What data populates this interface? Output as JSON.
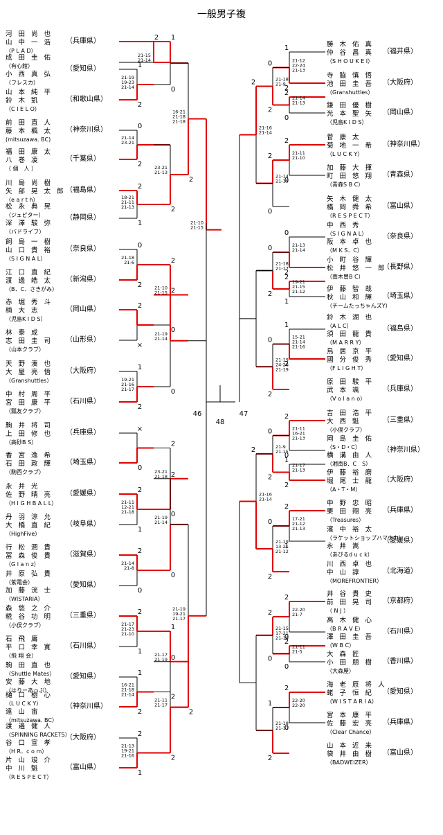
{
  "title": "一般男子複",
  "final": {
    "left_total": "46",
    "right_total": "47",
    "center": "48"
  },
  "left": [
    {
      "names": [
        "河 田 尚 也",
        "山 中 一 浩"
      ],
      "club": "（P L A D）",
      "pref": "（兵庫県）"
    },
    {
      "names": [
        "成 田 圭 佑",
        "（有心館）",
        "小 西 真 弘",
        "（フレスカ）"
      ],
      "club": "",
      "pref": "（愛知県）"
    },
    {
      "names": [
        "山 本 純 平",
        "鈴 木 凱"
      ],
      "club": "（C I E L O）",
      "pref": "（和歌山県）"
    },
    {
      "names": [
        "前 田 直 人",
        "藤 本 楓 太"
      ],
      "club": "(mitsuzawa. BC)",
      "pref": "（神奈川県）"
    },
    {
      "names": [
        "福 田 康 太",
        "八 巻 凌"
      ],
      "club": "（ 個　人 ）",
      "pref": "（千葉県）"
    },
    {
      "names": [
        "川 島 尚 樹",
        "矢 部 晃 太 郎"
      ],
      "club": "（e a r t h）",
      "pref": "（福島県）"
    },
    {
      "names": [
        "松 永 典 晃",
        "（ジュピター）",
        "深 澤 駿 弥",
        "（バドライフ）"
      ],
      "club": "",
      "pref": "（静岡県）"
    },
    {
      "names": [
        "飼 島 一 樹",
        "山 口 貴 裕"
      ],
      "club": "（S I G N A L）",
      "pref": "（奈良県）"
    },
    {
      "names": [
        "江 口 直 紀",
        "渡 邊 皓 太"
      ],
      "club": "（B．C．さきがみ）",
      "pref": "（新潟県）"
    },
    {
      "names": [
        "赤 堀 秀 斗",
        "楠 大 志"
      ],
      "club": "（児島K I D S）",
      "pref": "（岡山県）"
    },
    {
      "names": [
        "林 泰 成",
        "志 田 圭 司"
      ],
      "club": "（山本クラブ）",
      "pref": "（山形県）"
    },
    {
      "names": [
        "天 野 湊 也",
        "大 屋 亮 悟"
      ],
      "club": "（Granshuttles）",
      "pref": "（大阪府）"
    },
    {
      "names": [
        "中 村 周 平",
        "宮 田 康 平"
      ],
      "club": "（瓢友クラブ）",
      "pref": "（石川県）"
    },
    {
      "names": [
        "駒 井 将 司",
        "上 田 修 也"
      ],
      "club": "（高砂B S）",
      "pref": "（兵庫県）"
    },
    {
      "names": [
        "香 宮 逸 希",
        "石 田 政 輝"
      ],
      "club": "（駒西クラブ）",
      "pref": "（埼玉県）"
    },
    {
      "names": [
        "永 井 光",
        "佐 野 晴 亮"
      ],
      "club": "（H I G H B A L L）",
      "pref": "（愛媛県）"
    },
    {
      "names": [
        "丹 羽 涼 允",
        "大 橋 直 紀"
      ],
      "club": "（HighFive）",
      "pref": "（岐阜県）"
    },
    {
      "names": [
        "行 松 潤 貴",
        "冨 森 俊 貴"
      ],
      "club": "（G l a n z）",
      "pref": "（滋賀県）"
    },
    {
      "names": [
        "井 原 弘 貴",
        "（紫電会）",
        "加 藤 洸 士",
        "（WISTARIA）"
      ],
      "club": "",
      "pref": "（愛知県）"
    },
    {
      "names": [
        "森 悠 之 介",
        "糀 谷 功 明"
      ],
      "club": "（小俣クラブ）",
      "pref": "（三重県）"
    },
    {
      "names": [
        "石 飛 庸",
        "平 口 幸 寛"
      ],
      "club": "（飛 翔 会）",
      "pref": "（石川県）"
    },
    {
      "names": [
        "駒 田 直 也",
        "（Shuttle Mates）",
        "安 藤 大 地",
        "（はりーあっぷ）"
      ],
      "club": "",
      "pref": "（愛知県）"
    },
    {
      "names": [
        "樋 口 樹 心",
        "（L U C K Y）",
        "遠 山 宙",
        "（mitsuzawa. BC）"
      ],
      "club": "",
      "pref": "（神奈川県）"
    },
    {
      "names": [
        "渡 邉 健 人",
        "（SPINNING RACKETS）",
        "谷 口 宣 孝",
        "（H R．c o m）"
      ],
      "club": "",
      "pref": "（大阪府）"
    },
    {
      "names": [
        "片 山 竣 介",
        "中 川 魁"
      ],
      "club": "（R E S P E C T）",
      "pref": "（富山県）"
    }
  ],
  "right": [
    {
      "names": [
        "勝 木 佑 真",
        "仲 谷 昌 真"
      ],
      "club": "（S H O U K E I）",
      "pref": "（福井県）"
    },
    {
      "names": [
        "寺 脇 慎 悟",
        "池 田 圭 吾"
      ],
      "club": "（Granshuttles）",
      "pref": "（大阪府）"
    },
    {
      "names": [
        "鎌 田 優 樹",
        "光 本 聖 矢"
      ],
      "club": "（児島K I D S）",
      "pref": "（岡山県）"
    },
    {
      "names": [
        "菅 康 太",
        "菊 地 一 希"
      ],
      "club": "（L U C K Y）",
      "pref": "（神奈川県）"
    },
    {
      "names": [
        "加 藤 大 揮",
        "町 田 悠 翔"
      ],
      "club": "（青森S B C）",
      "pref": "（青森県）"
    },
    {
      "names": [
        "矢 木 健 太",
        "橋 岡 舜 希"
      ],
      "club": "（R E S P E C T）",
      "pref": "（富山県）"
    },
    {
      "names": [
        "中 西 秀",
        "（S I G N A L）",
        "阪 本 卓 也",
        "（M K S．C）"
      ],
      "club": "",
      "pref": "（奈良県）"
    },
    {
      "names": [
        "小 町 谷 輝",
        "松 井 悠 一 郎"
      ],
      "club": "（南木曽B C）",
      "pref": "（長野県）"
    },
    {
      "names": [
        "伊 藤 智 哉",
        "秋 山 和 輝"
      ],
      "club": "（チームたっちゃんズY）",
      "pref": "（埼玉県）"
    },
    {
      "names": [
        "鈴 木 湖 也",
        "（A L C）",
        "須 田 龍 貴",
        "（M A R R Y）"
      ],
      "club": "",
      "pref": "（福島県）"
    },
    {
      "names": [
        "鳥 居 京 平",
        "國 分 俊 秀"
      ],
      "club": "（F L I G H T）",
      "pref": "（愛知県）"
    },
    {
      "names": [
        "原 田 駿 平",
        "武 本 颯"
      ],
      "club": "（V o l a n o）",
      "pref": "（兵庫県）"
    },
    {
      "names": [
        "吉 田 浩 平",
        "大 西 魁"
      ],
      "club": "（小俣クラブ）",
      "pref": "（三重県）"
    },
    {
      "names": [
        "岡 島 圭 佑",
        "（S・D・C）",
        "横 溝 由 人",
        "（湘南B．C　S）"
      ],
      "club": "",
      "pref": "（神奈川県）"
    },
    {
      "names": [
        "伊 藤 裕 磨",
        "堀 尾 士 龍"
      ],
      "club": "（A・T・M）",
      "pref": "（大阪府）"
    },
    {
      "names": [
        "中 野 忠 昭",
        "栗 田 翔 亮"
      ],
      "club": "（Treasures）",
      "pref": "（兵庫県）"
    },
    {
      "names": [
        "濱 中 裕 太",
        "（ラケットショップハマナカ）",
        "永 井 嵩",
        "（あびるd u c k）"
      ],
      "club": "",
      "pref": "（愛媛県）"
    },
    {
      "names": [
        "川 西 卓 也",
        "中 山 諄"
      ],
      "club": "（MOREFRONTIER）",
      "pref": "（北海道）"
    },
    {
      "names": [
        "井 谷 貴 史",
        "前 田 晃 司"
      ],
      "club": "（ N J ）",
      "pref": "（京都府）"
    },
    {
      "names": [
        "高 木 健 心",
        "（B R A V E）",
        "澤 田 圭 吾",
        "（W B C）"
      ],
      "club": "",
      "pref": "（石川県）"
    },
    {
      "names": [
        "大 森 匠",
        "小 田 朋 樹"
      ],
      "club": "（大森屋）",
      "pref": "（香川県）"
    },
    {
      "names": [
        "海 老 原 将 人",
        "蛯 子 恒 紀"
      ],
      "club": "（W I S T A R I A）",
      "pref": "（愛知県）"
    },
    {
      "names": [
        "宮 本 康 平",
        "佐 藤 宏 亮"
      ],
      "club": "（Clear Chance）",
      "pref": "（兵庫県）"
    },
    {
      "names": [
        "山 本 近 来",
        "袋 井 由 樹"
      ],
      "club": "（BADWEIZER）",
      "pref": "（富山県）"
    }
  ],
  "left_matches": [
    {
      "id": "L1",
      "scores": [
        "21-15",
        "21-14"
      ],
      "a": "2",
      "b": ""
    },
    {
      "id": "L2",
      "scores": [
        "21-19",
        "19-23",
        "21-14"
      ],
      "a": "1",
      "b": "2"
    },
    {
      "id": "L3",
      "scores": [
        "",
        ""
      ],
      "a": "1",
      "b": "0"
    },
    {
      "id": "L4",
      "scores": [
        "16-21",
        "21-18",
        "21-18"
      ],
      "a": "",
      "b": "2"
    },
    {
      "id": "L5",
      "scores": [
        "21-14",
        "23-21"
      ],
      "a": "0",
      "b": "2"
    },
    {
      "id": "L6",
      "scores": [
        "23-21",
        "21-13"
      ],
      "a": "",
      "b": "2"
    },
    {
      "id": "L7",
      "scores": [
        "18-21",
        "21-11",
        "21-13"
      ],
      "a": "2",
      "b": "1"
    },
    {
      "id": "L8",
      "scores": [
        "",
        ""
      ],
      "a": "0",
      "b": "1"
    },
    {
      "id": "L9",
      "scores": [
        "21-10",
        "21-15"
      ],
      "a": "2",
      "b": "0"
    },
    {
      "id": "L10",
      "scores": [
        "21-18",
        "21-6"
      ],
      "a": "0",
      "b": "2"
    },
    {
      "id": "L11",
      "scores": [
        "",
        ""
      ],
      "a": "2",
      "b": "×"
    },
    {
      "id": "L12",
      "scores": [
        "21-19",
        "21-14"
      ],
      "a": "2",
      "b": "0"
    },
    {
      "id": "L13",
      "scores": [
        "19-21",
        "21-16",
        "21-17"
      ],
      "a": "1",
      "b": "2"
    },
    {
      "id": "L14",
      "scores": [
        "23-21",
        "21-18"
      ],
      "a": "2",
      "b": "0"
    },
    {
      "id": "L15",
      "scores": [
        "",
        ""
      ],
      "a": "×",
      "b": "0"
    },
    {
      "id": "L16",
      "scores": [
        "21-11",
        "12-21",
        "21-18"
      ],
      "a": "2",
      "b": "1"
    },
    {
      "id": "L17",
      "scores": [
        "21-10",
        "21-14"
      ],
      "a": "0",
      "b": "1"
    },
    {
      "id": "L18",
      "scores": [
        "21-19",
        "21-14"
      ],
      "a": "2",
      "b": "0"
    },
    {
      "id": "L19",
      "scores": [
        "21-14",
        "21-8"
      ],
      "a": "2",
      "b": "0"
    },
    {
      "id": "L20",
      "scores": [
        "21-19",
        "19-21",
        "21-17"
      ],
      "a": "",
      "b": "2"
    },
    {
      "id": "L21",
      "scores": [
        "21-17",
        "21-23",
        "21-10"
      ],
      "a": "2",
      "b": "1"
    },
    {
      "id": "L22",
      "scores": [
        "16-21",
        "21-18",
        "21-14"
      ],
      "a": "1",
      "b": "2"
    },
    {
      "id": "L23",
      "scores": [
        "21-17",
        "21-19"
      ],
      "a": "1",
      "b": "2"
    },
    {
      "id": "L24",
      "scores": [
        "21-13",
        "19-21",
        "21-16"
      ],
      "a": "2",
      "b": "1"
    },
    {
      "id": "L25",
      "scores": [
        "21-11",
        "21-17"
      ],
      "a": "0",
      "b": "2"
    }
  ],
  "right_matches": [
    {
      "id": "R1",
      "scores": [
        "21-12",
        "22-24",
        "21-13"
      ],
      "a": "1",
      "b": "2"
    },
    {
      "id": "R2",
      "scores": [
        "21-14",
        "21-13"
      ],
      "a": "2",
      "b": "0"
    },
    {
      "id": "R3",
      "scores": [
        "21-18",
        "21-9"
      ],
      "a": "0",
      "b": "2"
    },
    {
      "id": "R4",
      "scores": [
        "21-11",
        "21-10"
      ],
      "a": "2",
      "b": "0"
    },
    {
      "id": "R5",
      "scores": [
        "21-14",
        "21-15"
      ],
      "a": "2",
      "b": "0"
    },
    {
      "id": "R6",
      "scores": [
        "21-16",
        "21-14"
      ],
      "a": "2",
      "b": ""
    },
    {
      "id": "R7",
      "scores": [
        "21-13",
        "21-14"
      ],
      "a": "0",
      "b": "2"
    },
    {
      "id": "R8",
      "scores": [
        "19-21",
        "21-15",
        "21-12"
      ],
      "a": "2",
      "b": "1"
    },
    {
      "id": "R9",
      "scores": [
        "21-18",
        "21-17"
      ],
      "a": "0",
      "b": "2"
    },
    {
      "id": "R10",
      "scores": [
        "15-21",
        "21-14",
        "21-16"
      ],
      "a": "1",
      "b": "2"
    },
    {
      "id": "R11",
      "scores": [
        "21-19",
        "24-26",
        "21-19"
      ],
      "a": "0",
      "b": "2"
    },
    {
      "id": "R12",
      "scores": [
        "21-11",
        "16-21",
        "21-13"
      ],
      "a": "2",
      "b": "0"
    },
    {
      "id": "R13",
      "scores": [
        "21-17",
        "21-13"
      ],
      "a": "1",
      "b": "2"
    },
    {
      "id": "R14",
      "scores": [
        "21-9",
        "21-15"
      ],
      "a": "0",
      "b": "2"
    },
    {
      "id": "R15",
      "scores": [
        "17-21",
        "21-12",
        "21-13"
      ],
      "a": "2",
      "b": "1"
    },
    {
      "id": "R16",
      "scores": [
        "21-19",
        "13-21",
        "21-12"
      ],
      "a": "0",
      "b": "2"
    },
    {
      "id": "R17",
      "scores": [
        "21-16",
        "21-14"
      ],
      "a": "2",
      "b": ""
    },
    {
      "id": "R18",
      "scores": [
        "22-20",
        "21-7"
      ],
      "a": "2",
      "b": "0"
    },
    {
      "id": "R19",
      "scores": [
        "21-11",
        "21-5"
      ],
      "a": "2",
      "b": "0"
    },
    {
      "id": "R20",
      "scores": [
        "21-15",
        "17-21",
        "21-19"
      ],
      "a": "2",
      "b": "0"
    },
    {
      "id": "R21",
      "scores": [
        "22-20",
        "22-20"
      ],
      "a": "2",
      "b": "0"
    },
    {
      "id": "R22",
      "scores": [
        "21-18",
        "21-13"
      ],
      "a": "1",
      "b": "2"
    }
  ],
  "colors": {
    "win_line": "#e00000",
    "line": "#000000"
  }
}
